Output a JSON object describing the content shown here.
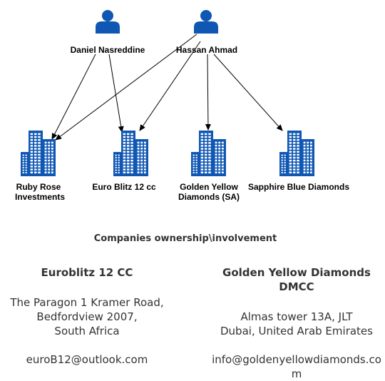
{
  "colors": {
    "icon_fill": "#0f57b3",
    "icon_window": "#ffffff",
    "edge": "#000000",
    "text": "#333333"
  },
  "people": [
    {
      "label": "Daniel Nasreddine",
      "icon": "person-icon"
    },
    {
      "label": "Hassan Ahmad",
      "icon": "person-icon"
    }
  ],
  "companies": [
    {
      "label_lines": [
        "Ruby Rose",
        "Investments"
      ],
      "icon": "office-building-icon"
    },
    {
      "label_lines": [
        "Euro Blitz 12 cc"
      ],
      "icon": "office-building-icon"
    },
    {
      "label_lines": [
        "Golden Yellow",
        "Diamonds (SA)"
      ],
      "icon": "office-building-icon"
    },
    {
      "label_lines": [
        "Sapphire Blue Diamonds"
      ],
      "icon": "office-building-icon"
    }
  ],
  "edges": [
    {
      "from": "Daniel Nasreddine",
      "to": "Ruby Rose Investments"
    },
    {
      "from": "Daniel Nasreddine",
      "to": "Euro Blitz 12 cc"
    },
    {
      "from": "Hassan Ahmad",
      "to": "Ruby Rose Investments"
    },
    {
      "from": "Hassan Ahmad",
      "to": "Euro Blitz 12 cc"
    },
    {
      "from": "Hassan Ahmad",
      "to": "Golden Yellow Diamonds (SA)"
    },
    {
      "from": "Hassan Ahmad",
      "to": "Sapphire Blue Diamonds"
    }
  ],
  "caption": "Companies ownership\\involvement",
  "cards": [
    {
      "title": "Euroblitz 12 CC",
      "address_lines": [
        "The Paragon 1 Kramer Road,",
        "Bedfordview 2007,",
        "South Africa"
      ],
      "email": "euroB12@outlook.com"
    },
    {
      "title": "Golden Yellow Diamonds DMCC",
      "address_lines": [
        "Almas tower 13A, JLT",
        "Dubai, United Arab Emirates"
      ],
      "email": "info@goldenyellowdiamonds.com"
    }
  ]
}
